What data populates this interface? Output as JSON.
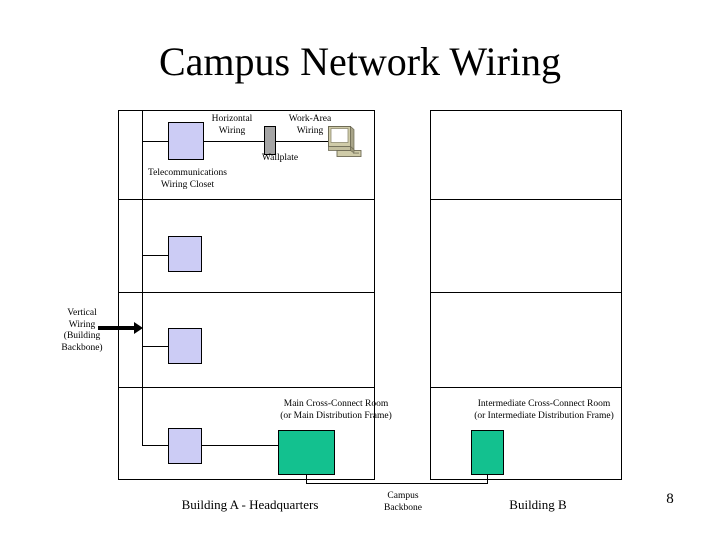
{
  "slide": {
    "title": "Campus Network Wiring",
    "page_number": "8"
  },
  "colors": {
    "closet_fill": "#CCCCF5",
    "closet_stroke": "#000000",
    "crossconnect_fill": "#13C18F",
    "crossconnect_stroke": "#000000",
    "wallplate_fill": "#A5A5A5",
    "line": "#000000",
    "background": "#FFFFFF",
    "computer_body": "#CFCBA8",
    "computer_screen": "#FFFFFF",
    "computer_shadow": "#8E8B70"
  },
  "labels": {
    "horizontal_wiring": "Horizontal\nWiring",
    "work_area_wiring": "Work-Area\nWiring",
    "wallplate": "Wallplate",
    "telecom_closet": "Telecommunications\nWiring Closet",
    "vertical_wiring": "Vertical\nWiring\n(Building\nBackbone)",
    "main_cross_connect": "Main Cross-Connect Room\n(or Main Distribution Frame)",
    "intermediate_cross_connect": "Intermediate Cross-Connect Room\n(or Intermediate Distribution Frame)",
    "building_a": "Building A - Headquarters",
    "building_b": "Building B",
    "campus_backbone": "Campus\nBackbone"
  },
  "buildings": [
    {
      "id": "building-a",
      "name": "Building A - Headquarters",
      "floors": 4,
      "closets": 4,
      "cross_connect_type": "Main Cross-Connect Room"
    },
    {
      "id": "building-b",
      "name": "Building B",
      "floors": 4,
      "closets": 0,
      "cross_connect_type": "Intermediate Cross-Connect Room"
    }
  ],
  "icons": {
    "computer": "desktop-computer-icon",
    "wallplate": "wallplate-icon"
  }
}
